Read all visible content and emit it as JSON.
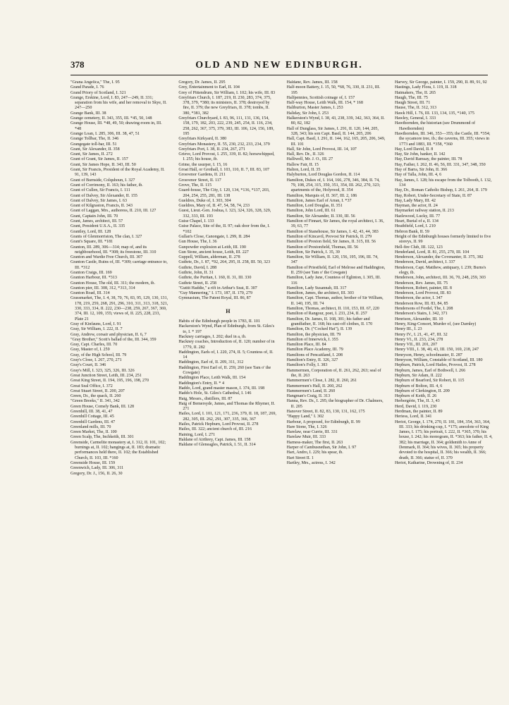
{
  "header": {
    "page_number": "378",
    "running_title": "OLD AND NEW EDINBURGH."
  },
  "columns": [
    {
      "entries": [
        "\"Grana Angelica,\" The, I. 95",
        "Grand Parade, I. 76",
        "Grand Priory of Scotland, I. 321",
        "Grange, Erskine, Lord, I. 83, 247—249, II. 331; separation from his wife, and her removal to Skye, II. 247—250",
        "Grange Bank, III. 38",
        "Grange cemetery, II. 343, 355, III. *45, 50, 148",
        "Grange House, III. *48, 49, 50; drawing-room in, III. *48",
        "Grange Loan, I. 285, 306, III. 38, 47, 51",
        "Grange Tollbar, The, II. 346",
        "Grangegate toll-bar, III. 51",
        "Grant, Sir Alexander, II. 358",
        "Grant, Sir James, II. 272",
        "Grant of Grant, Sir James, II. 157",
        "Grant, Sir James Hope, II. 343, III. 50",
        "Grant, Sir Francis, President of the Royal Academy, II. 91, 139, 143",
        "Grant of Burnside, Colquhoun, I. 327",
        "Grant of Corrimony, II. 163; his father, ib.",
        "Grant of Cullen, Sir Francis, I. 111",
        "Grant of Dalvey, Sir Alexander, II. 155",
        "Grant of Dalvey, Sir James, I. 63",
        "Grant of Kilgraston, Francis, II. 343",
        "Grant of Laggan, Mrs., authoress, II. 210, III. 127",
        "Grant, Captain John, III. 70",
        "Grant, James, architect, III. 57",
        "Grant, President U.S.A., II. 335",
        "Grantley, Lord, III. 128",
        "Grants of Glenmorriston, The clan, I. 327",
        "Grant's Square, III. *181",
        "Granton, III. 289, 306—314; map of, and its neighbourhood, III. *308; its freestone, III. 310",
        "Granton and Wardie Free Church, III. 307",
        "Granton Castle, Ruins of, III. *309; carriage entrance to, III. *312",
        "Granton Craigs, III. 169",
        "Granton Harbour, III. *313",
        "Granton House, The old, III. 311; the modern, ib.",
        "Granton pier, III. 308, 312, *313, 314",
        "Granton Road, III. 314",
        "Grassmarket, The, I. 4, 38, 70, 76, 83, 95, 129, 130, 131, 178, 219, 259, 268, 291, 296, 310, 311, 313, 318, 321, 330, 333, 334, II. 222, 230—238, 259, 267, 367, 369, 374, III. 12, 109, 155; views of, II. 225, 228, 233, Plate 21",
        "Gray of Kinfauns, Lord, I. 91",
        "Gray, Sir William, I. 222, II. 7",
        "Gray, Andrew, corsair and physician, II. 6, 7",
        "\"Gray Brother,\" Scott's ballad of the, III. 344, 359",
        "Gray, Capt. Charles, III. 70",
        "Gray, Master of, I. 259",
        "Gray, of the High School, III. 79",
        "Gray's Close, I. 267, 270, 271",
        "Gray's Court, II. 346",
        "Gray's Mill, I. 323, 325, 326, III. 326",
        "Great Junction Street, Leith, III. 234, 251",
        "Great King Street, II. 194, 195, 196, 198, 270",
        "Great Seal Office, I. 372",
        "Great Stuart Street, II. 200, 207",
        "Green, Dr., the quack, II. 260",
        "\"Green Breeks,\" II. 341, 342",
        "Green House, Comely Bank, III. 128",
        "Greenhill, III. 38, 41, 47",
        "Greenhill Cottage, III. 45",
        "Greenhill Gardens, III. 47",
        "Greenland mills, III. 70",
        "Green Market, The, II. 100",
        "Green Scalp, The, Inchkeith, III. 301",
        "Greenside, Carmelite monastery at, I. 312, II. 101, 102; burnings at, II. 102; hangings at, II. 183; dramatic performances held there, II. 102; the Established Church, II. 103, III. *160",
        "Greenside House, III. 159",
        "Greenwich, Lady, III. 306, 311",
        "Gregory, Dr. J., 156, II. 26, 30"
      ]
    },
    {
      "entries": [
        "Gregory, Dr. James, II. 295",
        "Grey, Entertainment to Earl, II. 104",
        "Grey of Pittendrum, Sir William, I. 102; his wife, III. 83",
        "Greyfriars Church, I. 187, 219, II. 230, 283, 374, 375, 378, 379, *380; its ministers, II. 378; destroyed by fire, II. 379; the new Greyfriars, II. 378; tombs, II. 380, *381, 382",
        "Greyfriars Churchyard, I. 83, 96, 111, 131, 136, 154, 158, 179, 182, 203, 222, 239, 245, 254, II. 116, 234, 258, 262, 367, 375, 379, 383, III. 106, 124, 156, 189, 195",
        "Greyfriars Kirkyard, II. 380",
        "Greyfriars Monastery, II. 55, 230, 232, 233, 234, 379",
        "Greyfriars Port, I. 38, II. 234, 267, 271",
        "Grieve, Lord Provost, I. 255, 339, II. 82; horsewhipped, I. 255; his house, ib.",
        "Grime, the usurper, I. 15, 16",
        "Groat Hall, or Grothall, I. 103, 110, II. 7, III. 83, 107",
        "Grosvenor Gardens, II. 211",
        "Grosvenor Street, II. 117",
        "Grove, The, II. 115",
        "Guard-house, The City, I. 120, 134, *136, *137, 203, 204, 254, 255, 281, III. 138",
        "Gueldres, Duke of, I. 303, 304",
        "Gueldres, Mary of, II. 47, 54, 58, 74, 233",
        "Guest, Lieut.-Gen. Joshua, I. 323, 324, 326, 328, 329, 332, 333, III. 193",
        "Guise Chapel, I. 133",
        "Guise Palace, Site of the, II. 97; oak door from the, I. *102",
        "Gullan's Close, Canongate, I. 299, II. 284",
        "Gun House, The, I. 36",
        "Gunpowder explosion at Leith, III. 190",
        "Gun Stone, ancient house, Leith, III. 227",
        "Guppell, William, alderman, II. 278",
        "Guthrie, Dr., I. 87, *92, 264, 295, II. 258, III. 50, 323",
        "Guthrie, David, I. 288",
        "Guthrie, John, II. 31",
        "Guthrie, the Puritan, I. 160, II. 31, III. 330",
        "Guthrie Street, II. 258",
        "\"Guttit Haddie,\" a rift in Arthur's Seat, II. 307",
        "\"Guy Mannering,\" I. 173, 187, II. 170, 279",
        "Gymnasium, The Patent Royal, III. 86, 87",
        "[H]",
        "Habits of the Edinburgh people in 1783, II. 101",
        "Hackerston's Wynd, Plan of Edinburgh, from St. Giles's to, I. * 197",
        "Hackney carriages, I. 202; duel in a, ib.",
        "Hackney coaches, Introduction of, II. 120; number of in 1779, II. 282",
        "Haddington, Earls of, I. 220, 274, II. 5; Countess of, II. 14",
        "Haddington, Earl of, II. 209, 311, 312",
        "Haddington, First Earl of, II. 259, 260 (see Tam o' the Cowgate)",
        "Haddington Place, Leith Walk, III. 154",
        "Haddington's Entry, II. * 4",
        "Haddo, Lord, grand master mason, I. 374, III. 198",
        "Haddo's Hole, St. Giles's Cathedral, I. 146",
        "Haig, Messrs., distillers, III. 87",
        "Haig of Bemersyde, James, and Thomas the Rhymer, II. 271",
        "Hailes, Lord, I. 101, 121, 171, 236, 379, II. 18, 187, 269, 282, 305, III. 262, 291, 307, 335, 366, 367",
        "Hailes, Patrick Hepburn, Lord Provost, II. 278",
        "Hailes, III. 322; ancient church of, III. 216",
        "Haining, Lord, I. 271",
        "Haldane of Airthrey, Capt. James, III. 158",
        "Haldane of Gleneagles, Patrick, I. 51, II. 314"
      ]
    },
    {
      "entries": [
        "Haldane, Rev. James, III. 158",
        "Half-moon Battery, I. 15, 50, *68, 76, 330, II. 231, III. 195",
        "Halfpennies, Scottish coinage of, I. 157",
        "Half-way House, Leith Walk, III. 154, * 168",
        "Haliburton, Master James, I. 253",
        "Haliday, Sir John, I. 253",
        "Halkerston's Wynd, I. 38, 43, 238, 339, 342, 363, 364, II. 80, 82, 182",
        "Hall of Dunglass, Sir James, I. 291, II. 120, 144, 205, 328, 343; his son Capt. Basil, II. 144, 205, 206",
        "Hall, Capt. Basil, I. 291, II. 144, 162, 165, 205, 206, 349, III. 101",
        "Hall, Sir John, Lord Provost, III. 14, 107",
        "Hall, Rev. Dr., II. 326",
        "Halliwell, Mr. J. O., III. 27",
        "Hallow Fair, II. 15",
        "Halton, Lord, II. 35",
        "Halyburton, Lord Douglas Gordon, II. 114",
        "Hamilton, Dukes of, I. 164, 166, 278, 346, 384, II. 74, 79, 108, 254, 315, 350, 351, 354, III. 262, 270, 323; apartments of the, Holyrood, II. 354",
        "Hamilton, Marquis of, II. 367, III. 2, 186",
        "Hamilton, James Earl of Arran, I. *37",
        "Hamilton, Lord Douglas, II. 351",
        "Hamilton, John Lord, III. 61",
        "Hamilton, Sir Alexander, II. 330, III. 56",
        "Hamilton of Finnart, Sir James, the royal architect, I. 36, 39, 63, 77",
        "Hamilton of Stanehouse, Sir James, I. 42, 43, 44, 383",
        "Hamilton of Kincavil, Provost Sir Patrick, II. 279",
        "Hamilton of Preston field, Sir James, II. 315, III. 56",
        "Hamilton of Prestonfield, Thomas, III. 56",
        "Hamilton, Sir Patrick, I. 35, 39",
        "Hamilton, Sir William, II. 120, 156, 195, 196, III. 74, 347",
        "Hamilton of Priestfield, Earl of Melrose and Haddington, II. 259 (see Tam o' the Cowgate)",
        "Hamilton, Lady Jane, Countess of Eglinton, I. 305, III. 116",
        "Hamilton, Lady Susannah, III. 317",
        "Hamilton, James, the architect, III. 303",
        "Hamilton, Capt. Thomas, author, brother of Sir William, II. 140, 195, III. 74",
        "Hamilton, Thomas, architect, II. 110, 153, III. 67, 220",
        "Hamilton of Rangour, poet, I. 233, 234, II. 257",
        "Hamilton, Dr. James, II. 168, 301; his father and grandfather, II. 168; his cast-off clothes, II. 170",
        "Hamilton, Dr. (\"Cocked Hat\"), II. 139",
        "Hamilton, the physician, III. 79",
        "Hamilton of Innerwick, I. 355",
        "Hamilton Place, III. 84",
        "Hamilton Place Academy, III. 79",
        "Hamiltons of Pencaitland, I. 208",
        "Hamilton's Entry, II. 326, 327",
        "Hamilton's Folly, I. 383",
        "Hammermen, Corporation of, II. 261, 262, 263; seal of the, II. 263",
        "Hammermen's Close, I. 282, II. 260, 261",
        "Hammermen's Hall, II. 260, 262",
        "Hammermen's Land, II. 260",
        "Hangman's Craig, II. 313",
        "Hanna, Rev. Dr., I. 295; the biographer of Dr. Chalmers, II. 205",
        "Hanover Street, II. 82, 83, 130, 131, 162, 175",
        "\"Happy Land,\" I. 302",
        "Harbour, A proposed, for Edinburgh, II. 99",
        "Hare Stone, The, I. 326",
        "Harelaw, near Currie, III. 331",
        "Harelaw Muir, III. 333",
        "Harness-maker, The first, II. 263",
        "Harper of Cambusnethan, Sir John, I. 97",
        "Hart, Andro, I. 229; his spear, ib.",
        "Hart Street II. 1",
        "Hartley, Mrs., actress, I. 342"
      ]
    },
    {
      "entries": [
        "Harvey, Sir George, painter, I. 159, 290, II. 89, 91, 92",
        "Hastings, Lady Flora, I. 119, II. 318",
        "Hatmakers, The, II. 265",
        "Haugh, The, III. 75",
        "Haugh Street, III. 71",
        "Hause, The, II. 312, 313",
        "Hawk Hill, I. 76, III. 133, 134, 135, *140, 175",
        "Hawley, General, I. 333",
        "Hawthornden, the historian (see Drummond of Hawthornden)",
        "Hawthornden, III. 346, 353—355; the Castle, III. *354; the sycamore tree, ib.; the caverns, III. 355; views in 1773 and 1883, III. *358, *360",
        "Hay, Lord David, II. 8",
        "Hay, Sir John, banker, II. 142",
        "Hay, David Ramsay, the painter, III. 78",
        "Hay, Father, I. 262, II. 46, 56, III. 331, 347, 348, 350",
        "Hay of Barra, Sir John, II. 366",
        "Hay of Talla, John, III. 4, 6",
        "Hay, James, I. 128; his escape from the Tolbooth, I. 132, 134",
        "Hay, Dr., Roman Catholic Bishop, I. 261, 264, II. 179",
        "Hay, Robert, Under-Secretary of State, II. 87",
        "Hay, Lady Mary, III. 42",
        "Hayman, the actor, II. 24",
        "Haymarket railway station, II. 213",
        "Hazlewood, Lucky, III. 77",
        "Heart, Burial of a, II. 134",
        "Heathfield, Lord, I. 210",
        "Hebron Bank, II. 59",
        "Height of the Edinburgh houses formerly limited to five storeys, II. 99",
        "Hell-fire Club, III. 122, 123",
        "Henderland, Lord, II. 81, 255, 270, III. 104",
        "Henderson, Alexander, the Covenanter, II. 375, 382",
        "Henderson, David, architect, I. 337",
        "Henderson, Capt. Matthew, antiquary, I. 239; Burns's elegy, ib.",
        "Henderson, John, architect, III. 36, 70, 248, 259, 303",
        "Henderson, Rev. James, III. 75",
        "Henderson, Robert, painter, III. 8",
        "Henderson, Lord Provost, III. 83",
        "Henderson, the actor, I. 347",
        "Henderson Row, III. 83, 84, 85",
        "Hendersons of Fordel, The, I. 208",
        "Henderson's Stairs, I. 342, 371",
        "Henrison, Alexander, III. 10",
        "Henry, King-Consort, Murder of, (see Darnley)",
        "Henry III., I. 23",
        "Henry IV., I. 21, 41, 47, III. 32",
        "Henry VI., II. 233, 234, 278",
        "Henry VII., III. 201, 207",
        "Henry VIII., I. 38, 40, 43, III. 150, 169, 218, 247",
        "Henryson, Henry, schoolmaster, II. 287",
        "Henryson, William, Constable of Scotland, III. 180",
        "Hepburn, Patrick, Lord Hailes, Provost, II. 278",
        "Hepburn, James, Earl of Bothwell, I. 266",
        "Hepburn, Sir Adam, II. 222",
        "Hepburn of Bearford, Sir Robert, II. 115",
        "Hepburn of Bolton, III. 4, 6",
        "Hepburn of Clerkington, II. 209",
        "Hepburn of Keith, II. 26",
        "Herbergérie, The, II. 3, 43",
        "Herd, David, I. 119, 230",
        "Herdman, the painter, II. 89",
        "Heriess, Lord, II. 341",
        "Heriot, George, I. 174, 270, II. 181, 184, 354, 363, 364, III. 333; his drinking-cup, I. *175; anecdote of King James, I. 175; his portrait, I. 222, II. *365, 370; his house, I. 242; his monogram, II. *363; his father, II. 4, 382; his marriage, II. 364; goldsmith to Anne of Denmark, II. 364; his wives, II. 365; his property devoted to the hospital, II. 366; his wealth, II. 366; death, II. 366; statue of, II. 370",
        "Heriot, Katharine, Drowning of, II. 234"
      ]
    }
  ]
}
